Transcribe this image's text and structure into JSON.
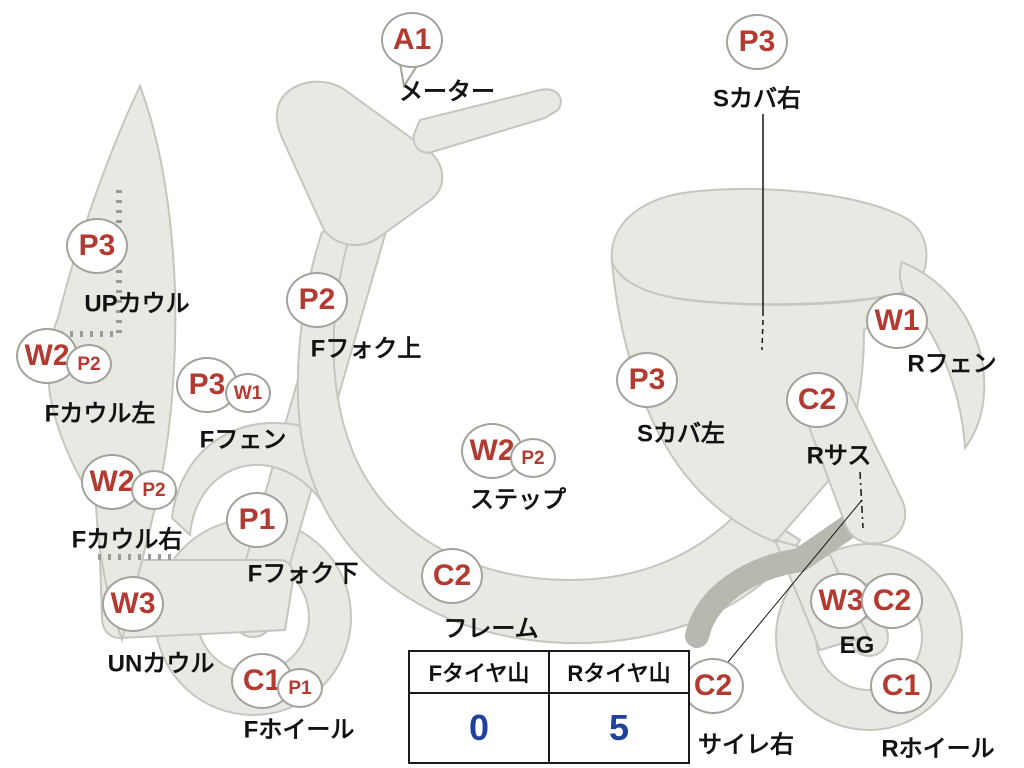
{
  "markers": [
    {
      "code": "A1",
      "label": "メーター"
    },
    {
      "code": "P3",
      "label": "Sカバ右"
    },
    {
      "code": "P3",
      "label": "UPカウル"
    },
    {
      "code": "W2",
      "code2": "P2",
      "label": "Fカウル左"
    },
    {
      "code": "P3",
      "code2": "W1",
      "label": "Fフェン"
    },
    {
      "code": "P2",
      "label": "Fフォク上"
    },
    {
      "code": "W2",
      "code2": "P2",
      "label": "Fカウル右"
    },
    {
      "code": "P1",
      "label": "Fフォク下"
    },
    {
      "code": "W3",
      "label": "UNカウル"
    },
    {
      "code": "C1",
      "code2": "P1",
      "label": "Fホイール"
    },
    {
      "code": "W2",
      "code2": "P2",
      "label": "ステップ"
    },
    {
      "code": "C2",
      "label": "フレーム"
    },
    {
      "code": "P3",
      "label": "Sカバ左"
    },
    {
      "code": "C2",
      "label": "Rサス"
    },
    {
      "code": "W1",
      "label": "Rフェン"
    },
    {
      "code": "W3",
      "code2": "C2",
      "label": "EG"
    },
    {
      "code": "C2",
      "label": "サイレ右"
    },
    {
      "code": "C1",
      "label": "Rホイール"
    }
  ],
  "tire_table": {
    "headers": [
      "Fタイヤ山",
      "Rタイヤ山"
    ],
    "values": [
      "0",
      "5"
    ]
  },
  "colors": {
    "code_red": "#b23a31",
    "value_blue": "#21419e",
    "body_gray": "#e9e9e4"
  }
}
